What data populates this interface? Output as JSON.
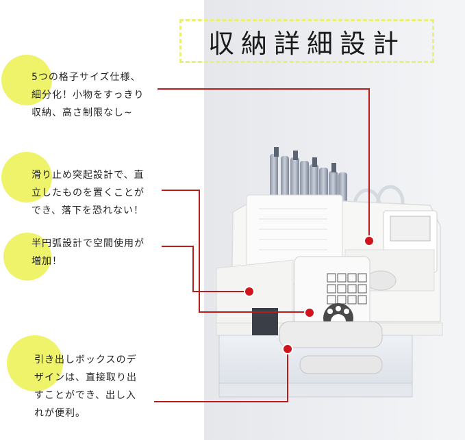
{
  "title": "収納詳細設計",
  "features": [
    {
      "lines": [
        "5つの格子サイズ仕様、",
        "細分化！小物をすっきり",
        "収納、高さ制限なし~"
      ]
    },
    {
      "lines": [
        "滑り止め突起設計で、直",
        "立したものを置くことが",
        "でき、落下を恐れない！"
      ]
    },
    {
      "lines": [
        "半円弧設計で空間使用が",
        "増加！"
      ]
    },
    {
      "lines": [
        "引き出しボックスのデ",
        "ザインは、直接取り出",
        "すことができ、出し入",
        "れが便利。"
      ]
    }
  ],
  "colors": {
    "accent_line": "#b81c1c",
    "dot": "#d0141b",
    "bubble": "#eef36a",
    "title_border": "#e9f07a"
  }
}
